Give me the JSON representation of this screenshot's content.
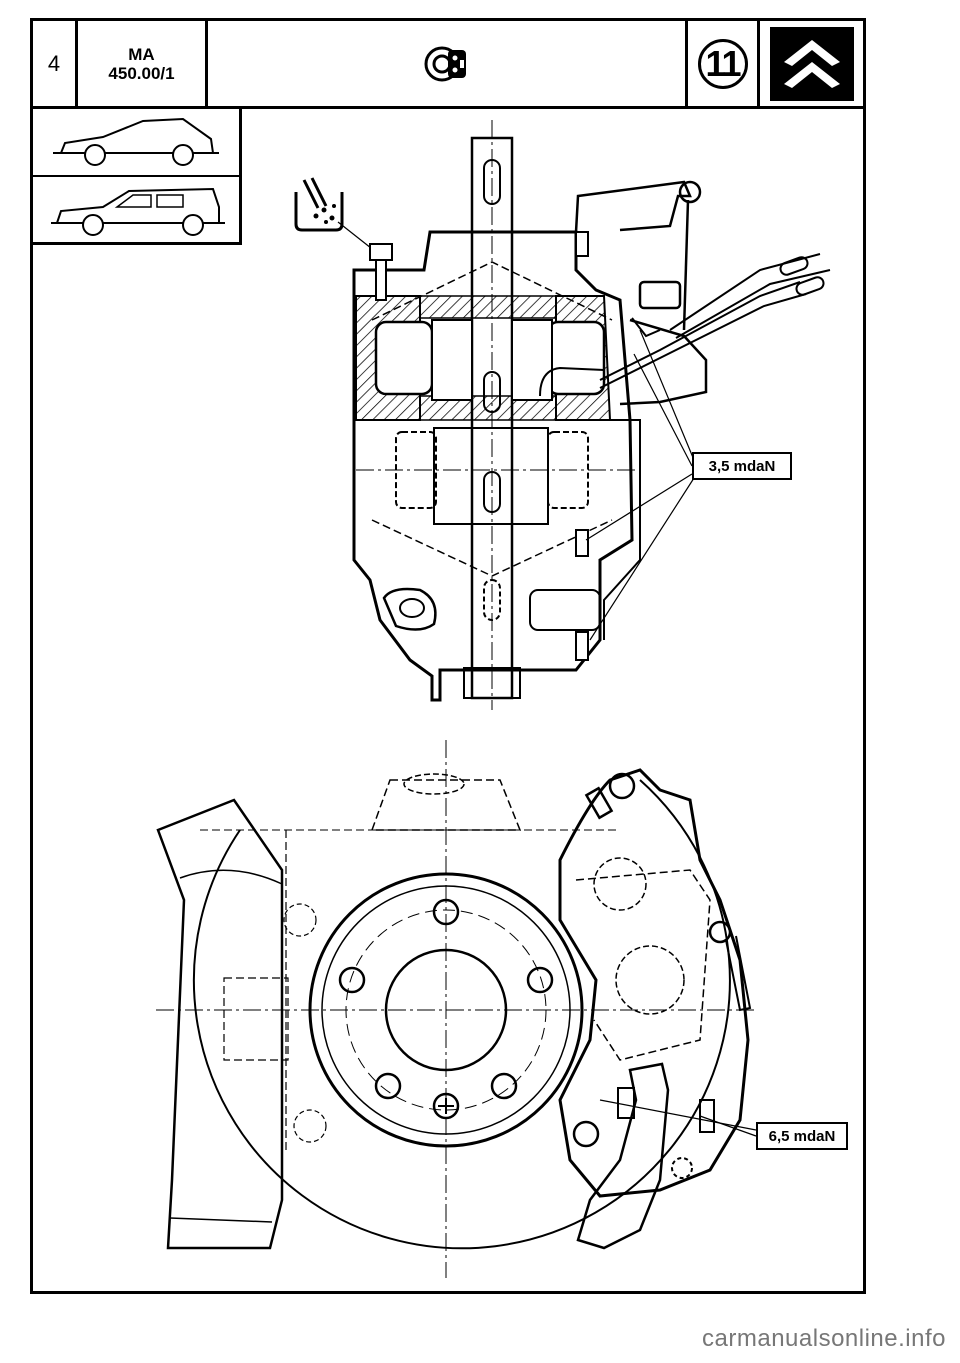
{
  "header": {
    "page_number": "4",
    "ref_line1": "MA",
    "ref_line2": "450.00/1",
    "section_number": "11",
    "icon": "brake-disc-icon",
    "logo": "citroen-double-chevron-logo"
  },
  "vehicles": [
    {
      "icon": "hatchback-car-icon"
    },
    {
      "icon": "estate-car-icon"
    }
  ],
  "annotations": {
    "brake_fluid_icon": "brake-fluid-reservoir-icon",
    "torque_top": "3,5 mdaN",
    "torque_bottom": "6,5 mdaN"
  },
  "footer": {
    "watermark": "carmanualsonline.info"
  }
}
